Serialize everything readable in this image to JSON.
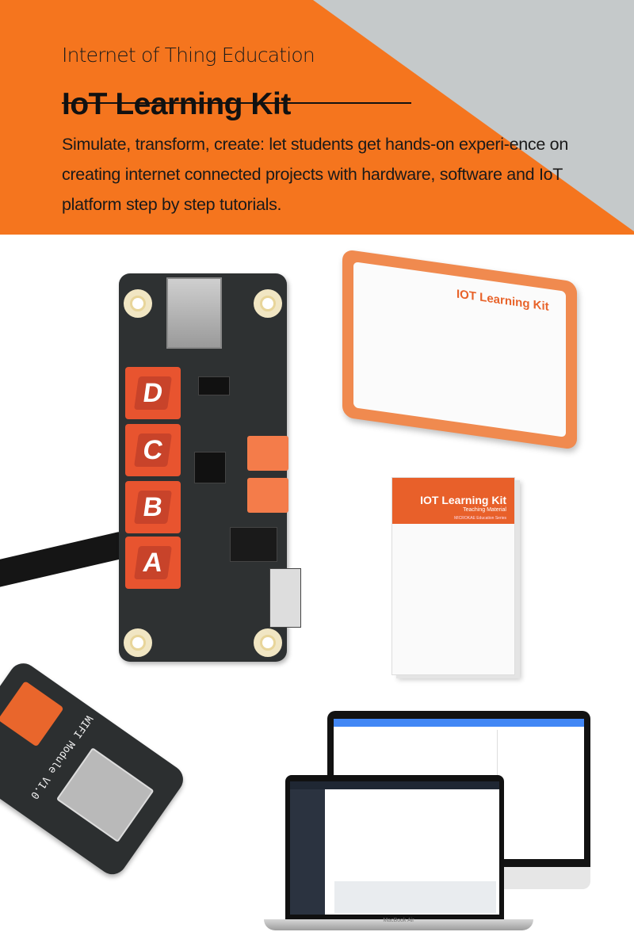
{
  "header": {
    "eyebrow": "Internet of Thing Education",
    "title": "IoT Learning Kit",
    "description": "Simulate, transform, create: let students get hands-on experi-ence on creating internet connected projects with hardware, software and IoT platform step by step tutorials.",
    "accent_color": "#f5751e",
    "corner_color": "#c5c9ca"
  },
  "board": {
    "keys": [
      "D",
      "C",
      "B",
      "A"
    ]
  },
  "wifi_module": {
    "label": "WIFI Module V1.0"
  },
  "box": {
    "title": "IOT Learning Kit"
  },
  "book": {
    "title": "IOT Learning Kit",
    "subtitle": "Teaching Material",
    "series": "MICROKAE Education Series"
  },
  "laptop": {
    "label": "MacBook Air"
  }
}
